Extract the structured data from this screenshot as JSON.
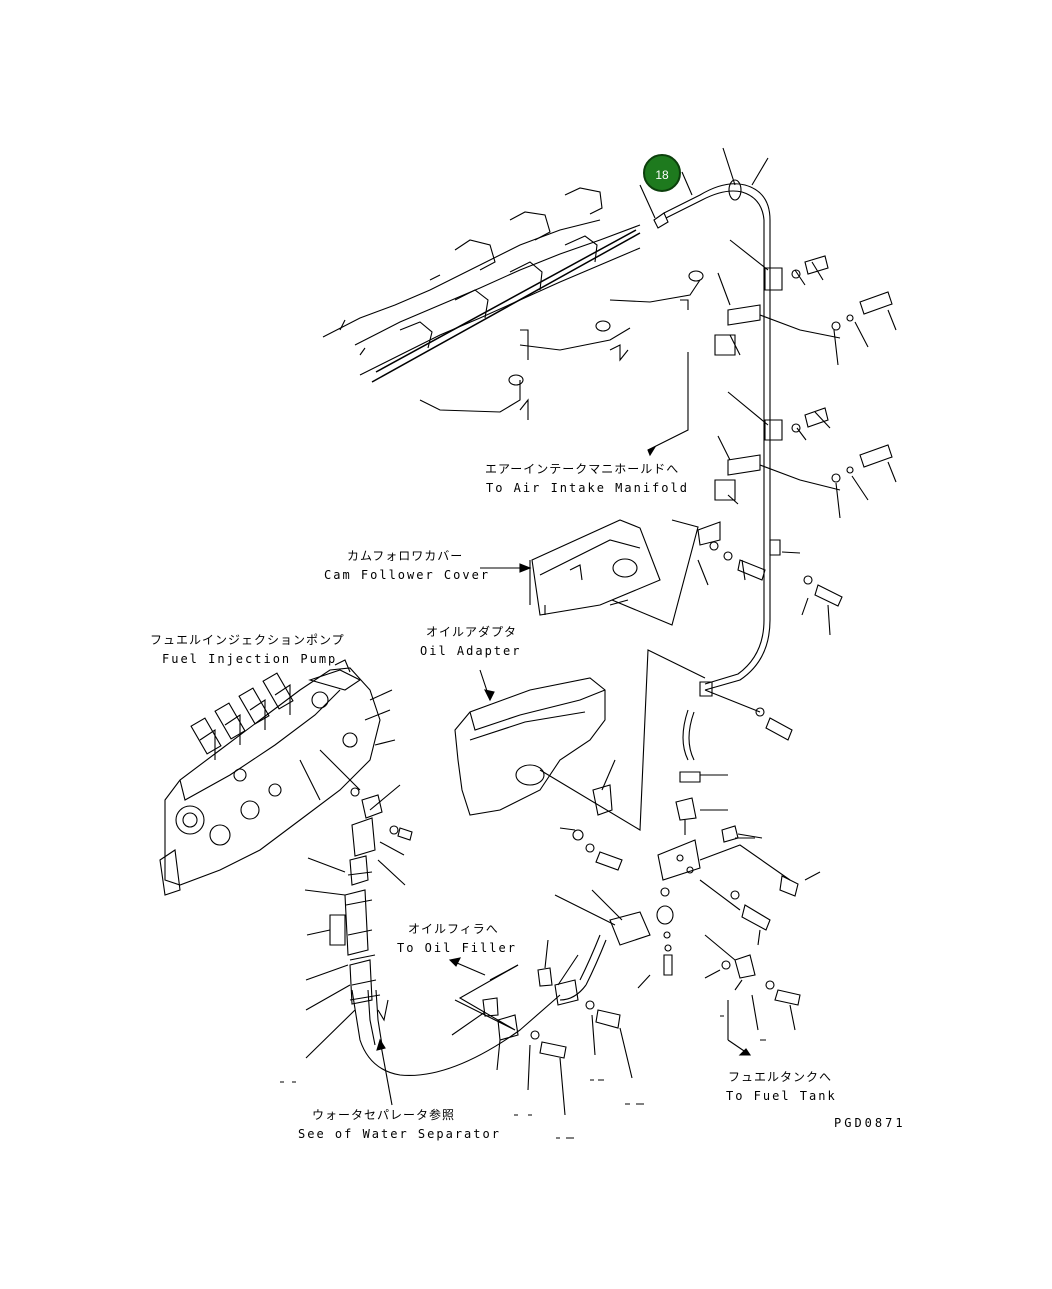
{
  "callout": {
    "label": "18",
    "color": "#1e7a1e"
  },
  "labels": {
    "air_intake_jp": "エアーインテークマニホールドへ",
    "air_intake_en": "To Air Intake Manifold",
    "cam_cover_jp": "カムフォロワカバー",
    "cam_cover_en": "Cam Follower Cover",
    "fuel_pump_jp": "フュエルインジェクションポンプ",
    "fuel_pump_en": "Fuel Injection Pump",
    "oil_adapter_jp": "オイルアダプタ",
    "oil_adapter_en": "Oil Adapter",
    "oil_filler_jp": "オイルフィラへ",
    "oil_filler_en": "To Oil Filler",
    "fuel_tank_jp": "フュエルタンクへ",
    "fuel_tank_en": "To Fuel Tank",
    "water_sep_jp": "ウォータセパレータ参照",
    "water_sep_en": "See of Water Separator"
  },
  "drawing_code": "PGD0871"
}
